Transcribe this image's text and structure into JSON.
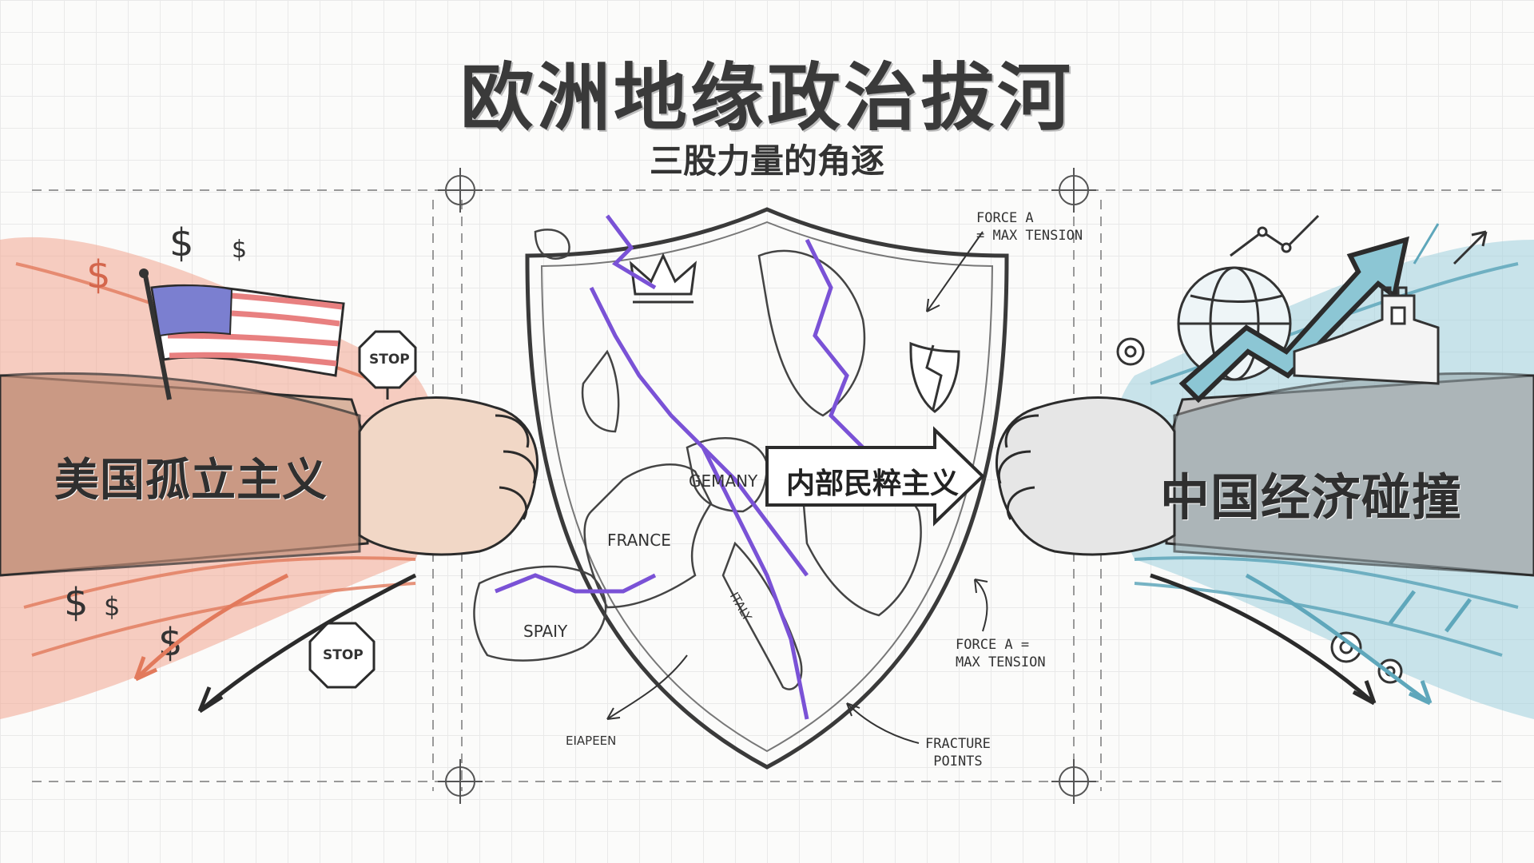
{
  "title": "欧洲地缘政治拔河",
  "subtitle": "三股力量的角逐",
  "forces": {
    "left": "美国孤立主义",
    "center": "内部民粹主义",
    "right": "中国经济碰撞"
  },
  "map_labels": {
    "germany": "GEMANY",
    "france": "FRANCE",
    "spain": "SPAIY",
    "italy": "ITALY",
    "europe": "EIAPEEN"
  },
  "annotations": {
    "top_line1": "FORCE A",
    "top_line2": "= MAX TENSION",
    "right_line1": "FORCE A =",
    "right_line2": "MAX TENSION",
    "fracture_line1": "FRACTURE",
    "fracture_line2": "POINTS"
  },
  "signs": {
    "stop_upper": "STOP",
    "stop_lower": "STOP"
  },
  "colors": {
    "us_tint": "#f3a58f",
    "china_tint": "#9fd0dc",
    "fracture_purple": "#7a52d6",
    "ink": "#2b2b2b"
  }
}
